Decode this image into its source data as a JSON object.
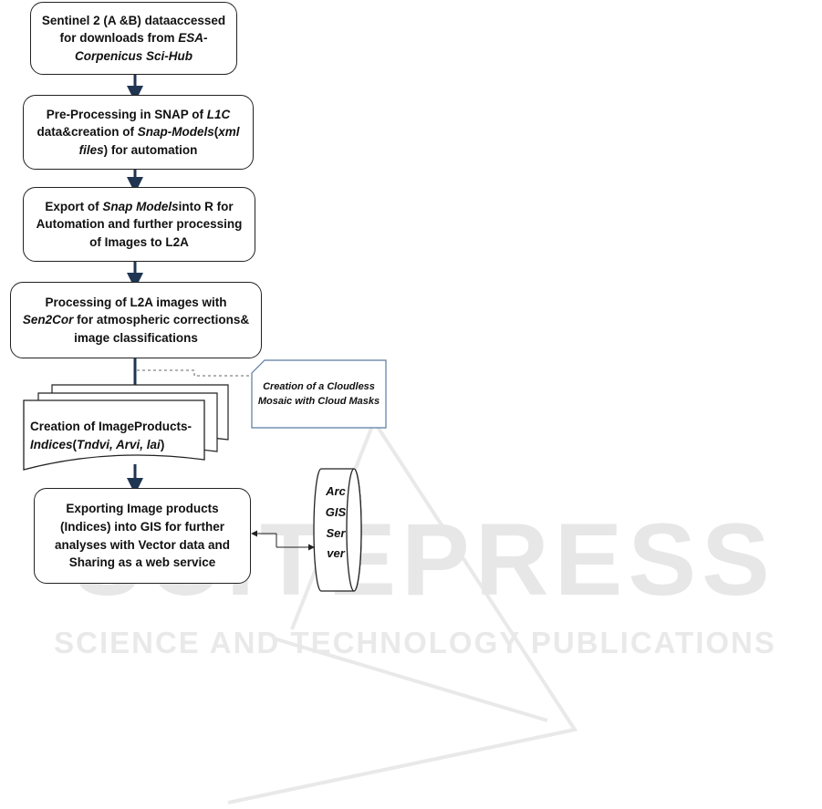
{
  "watermark": {
    "word": "SCITEPRESS",
    "tagline": "SCIENCE AND TECHNOLOGY PUBLICATIONS"
  },
  "steps": [
    {
      "id": "download",
      "parts": [
        {
          "t": "Sentinel 2 (A &B) dataaccessed for downloads from "
        },
        {
          "t": "ESA-Corpenicus Sci-Hub",
          "i": true
        }
      ]
    },
    {
      "id": "preprocess",
      "parts": [
        {
          "t": "Pre-Processing in SNAP of "
        },
        {
          "t": "L1C",
          "i": true
        },
        {
          "t": " data&creation of "
        },
        {
          "t": "Snap-Models",
          "i": true
        },
        {
          "t": "("
        },
        {
          "t": "xml files",
          "i": true
        },
        {
          "t": ") for automation"
        }
      ]
    },
    {
      "id": "export",
      "parts": [
        {
          "t": "Export of "
        },
        {
          "t": "Snap Models",
          "i": true
        },
        {
          "t": "into R for Automation and further processing of Images to L2A"
        }
      ]
    },
    {
      "id": "sen2cor",
      "parts": [
        {
          "t": "Processing of L2A images with "
        },
        {
          "t": "Sen2Cor",
          "i": true
        },
        {
          "t": " for atmospheric corrections& image classifications"
        }
      ]
    },
    {
      "id": "gis",
      "parts": [
        {
          "t": "Exporting Image products (Indices) into GIS for further analyses with Vector data and Sharing as a web service"
        }
      ]
    }
  ],
  "products": {
    "parts": [
      {
        "t": "Creation of ImageProducts-"
      },
      {
        "t": "Indices",
        "i": true
      },
      {
        "t": "("
      },
      {
        "t": "Tndvi, Arvi, lai",
        "i": true
      },
      {
        "t": ")"
      }
    ]
  },
  "note": {
    "line1": "Creation of a Cloudless",
    "line2": "Mosaic with Cloud Masks"
  },
  "server": {
    "lines": [
      "Arc",
      "GIS",
      "Ser",
      "ver"
    ]
  },
  "colors": {
    "arrow": "#1f3552",
    "note_border": "#5a7aa0",
    "watermark": "#cfcfcf"
  }
}
